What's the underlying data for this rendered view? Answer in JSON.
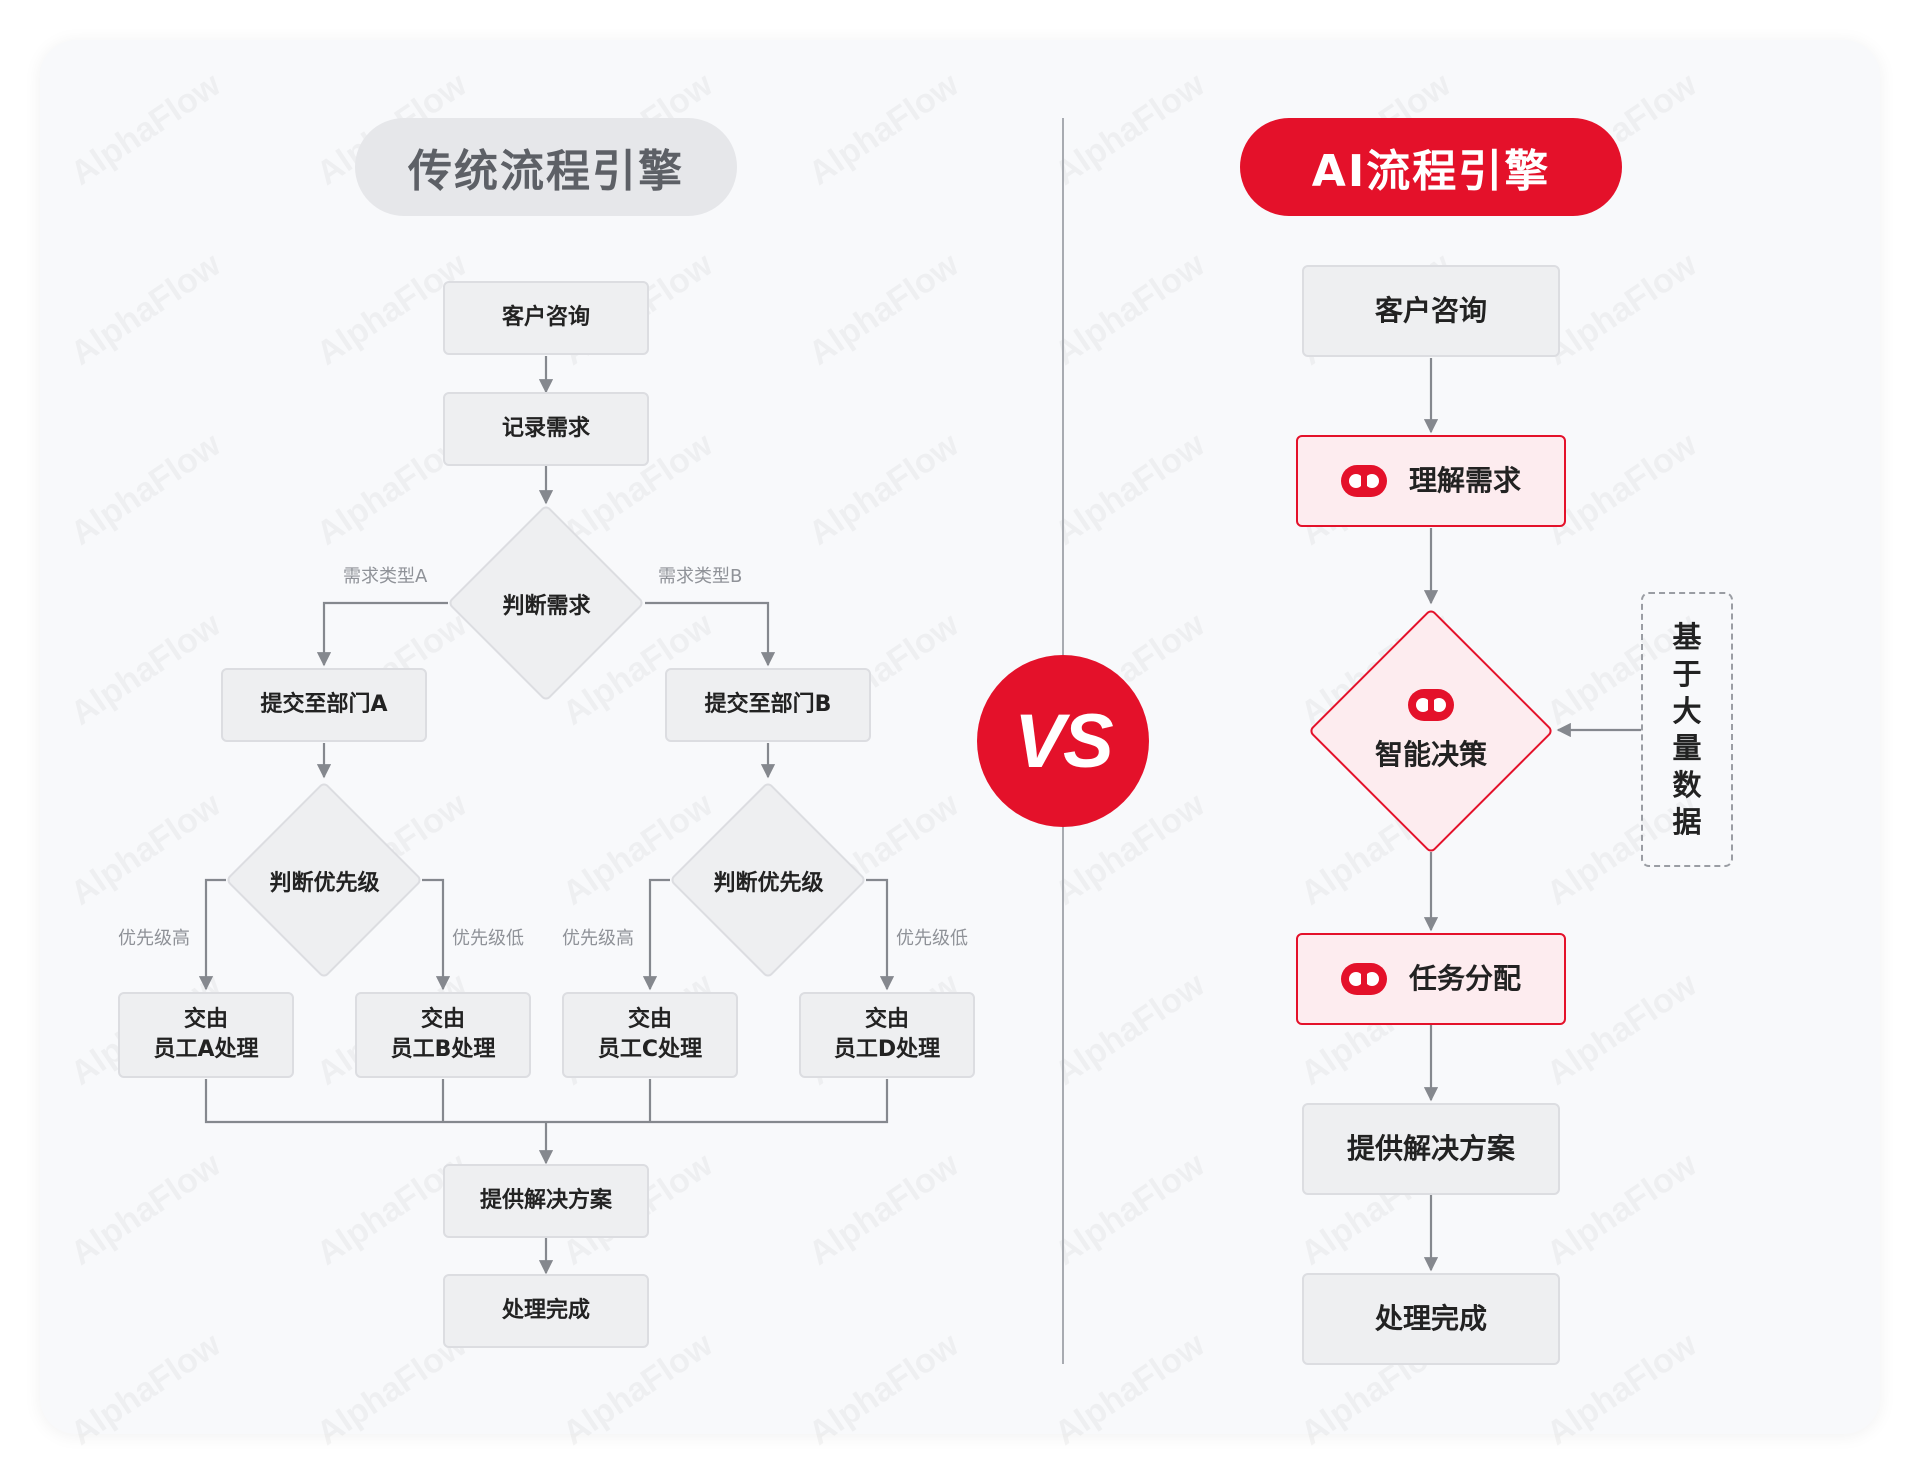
{
  "left": {
    "title": "传统流程引擎",
    "nodes": {
      "consult": "客户咨询",
      "record": "记录需求",
      "judge_need": "判断需求",
      "dept_a": "提交至部门A",
      "dept_b": "提交至部门B",
      "priority_a": "判断优先级",
      "priority_b": "判断优先级",
      "emp_a": [
        "交由",
        "员工A处理"
      ],
      "emp_b": [
        "交由",
        "员工B处理"
      ],
      "emp_c": [
        "交由",
        "员工C处理"
      ],
      "emp_d": [
        "交由",
        "员工D处理"
      ],
      "solution": "提供解决方案",
      "done": "处理完成"
    },
    "edge_labels": {
      "type_a": "需求类型A",
      "type_b": "需求类型B",
      "high_1": "优先级高",
      "low_1": "优先级低",
      "high_2": "优先级高",
      "low_2": "优先级低"
    }
  },
  "vs_label": "VS",
  "right": {
    "title": "AI流程引擎",
    "nodes": {
      "consult": "客户咨询",
      "understand": "理解需求",
      "decide": "智能决策",
      "assign": "任务分配",
      "solution": "提供解决方案",
      "done": "处理完成"
    },
    "side_note": [
      "基",
      "于",
      "大",
      "量",
      "数",
      "据"
    ]
  },
  "watermark": "AlphaFlow",
  "colors": {
    "accent": "#e4112a",
    "ai_node_fill": "#fdecef",
    "node_fill": "#eeeff1",
    "connector": "#85888e"
  }
}
